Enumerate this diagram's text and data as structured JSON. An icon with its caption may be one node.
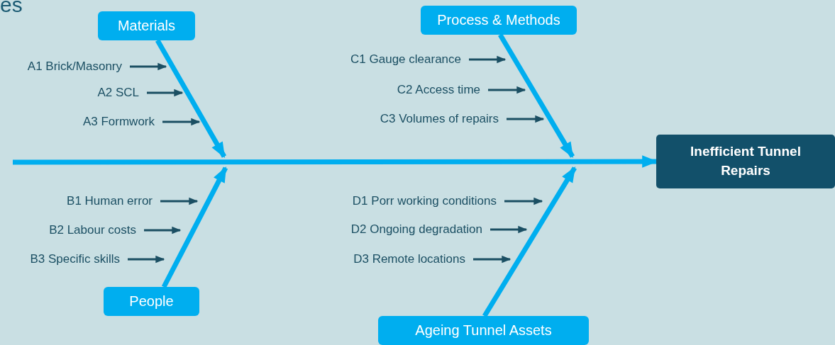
{
  "diagram": {
    "nodes": [
      {
        "text": [
          "Materials"
        ]
      },
      {
        "text": [
          "A1 Brick/Masonry"
        ]
      },
      {
        "text": [
          "A2 SCL"
        ]
      },
      {
        "text": [
          "A3 Formwork"
        ]
      },
      {
        "text": [
          "Process & Methods"
        ]
      },
      {
        "text": [
          "C1 Gauge clearance"
        ]
      },
      {
        "text": [
          "C2 Access time"
        ]
      },
      {
        "text": [
          "C3 Volumes of repairs"
        ]
      },
      {
        "text": [
          "Inefficient Tunnel Repairs"
        ]
      },
      {
        "text": [
          "B1 Human error"
        ]
      },
      {
        "text": [
          "B2 Labour costs"
        ]
      },
      {
        "text": [
          "B3 Specific skills"
        ]
      },
      {
        "text": [
          "People"
        ]
      },
      {
        "text": [
          "D1 Porr working conditions"
        ]
      },
      {
        "text": [
          "D2 Ongoing degradation"
        ]
      },
      {
        "text": [
          "D3 Remote locations"
        ]
      },
      {
        "text": [
          "Ageing Tunnel Assets"
        ]
      }
    ],
    "edges": [
      {
        "from": null,
        "to": 8,
        "arrow": "to",
        "style": "thick",
        "color": "#00aeef"
      },
      {
        "from": 0,
        "to": null,
        "arrow": "to",
        "style": "thick",
        "color": "#00aeef"
      },
      {
        "from": 4,
        "to": null,
        "arrow": "to",
        "style": "thick",
        "color": "#00aeef"
      },
      {
        "from": 12,
        "to": null,
        "arrow": "to",
        "style": "thick",
        "color": "#00aeef"
      },
      {
        "from": 16,
        "to": null,
        "arrow": "to",
        "style": "thick",
        "color": "#00aeef"
      },
      {
        "from": 1,
        "to": null,
        "arrow": "to"
      },
      {
        "from": 2,
        "to": null,
        "arrow": "to"
      },
      {
        "from": 3,
        "to": null,
        "arrow": "to"
      },
      {
        "from": 5,
        "to": null,
        "arrow": "to"
      },
      {
        "from": 6,
        "to": null,
        "arrow": "to"
      },
      {
        "from": 7,
        "to": null,
        "arrow": "to"
      },
      {
        "from": 9,
        "to": null,
        "arrow": "to"
      },
      {
        "from": 10,
        "to": null,
        "arrow": "to"
      },
      {
        "from": 11,
        "to": null,
        "arrow": "to"
      },
      {
        "from": 13,
        "to": null,
        "arrow": "to"
      },
      {
        "from": 14,
        "to": null,
        "arrow": "to"
      },
      {
        "from": 15,
        "to": null,
        "arrow": "to"
      }
    ],
    "labels": [
      "es"
    ]
  }
}
